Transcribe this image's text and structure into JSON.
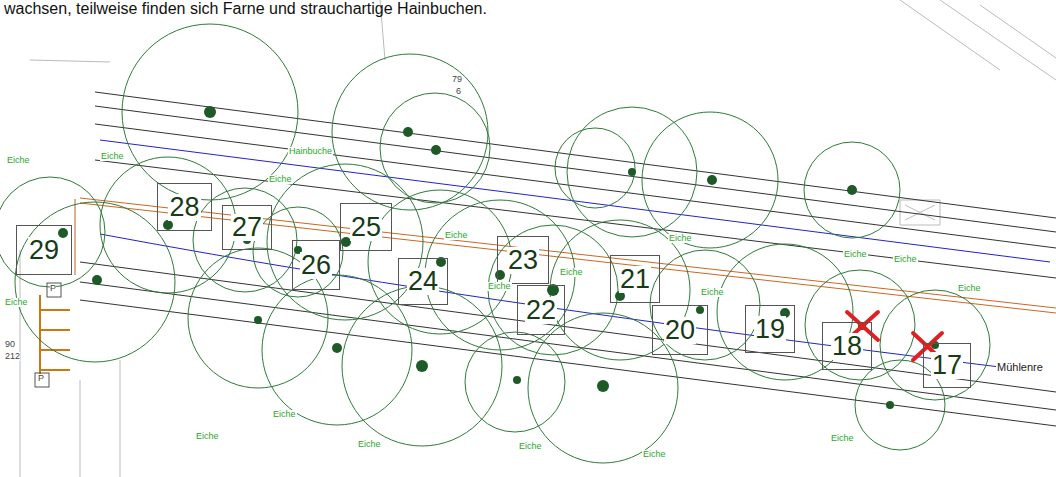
{
  "diagram": {
    "nodes": [
      {
        "text": [
          "29"
        ]
      },
      {
        "text": [
          "28"
        ]
      },
      {
        "text": [
          "27"
        ]
      },
      {
        "text": [
          "26"
        ]
      },
      {
        "text": [
          "25"
        ]
      },
      {
        "text": [
          "24"
        ]
      },
      {
        "text": [
          "23"
        ]
      },
      {
        "text": [
          "22"
        ]
      },
      {
        "text": [
          "21"
        ]
      },
      {
        "text": [
          "20"
        ]
      },
      {
        "text": [
          "19"
        ]
      },
      {
        "text": [
          "18"
        ]
      },
      {
        "text": [
          "17"
        ]
      }
    ],
    "labels": [
      "wachsen, teilweise finden sich Farne und strauchartige Hainbuchen.",
      "Eiche",
      "Eiche",
      "Hainbuche",
      "Eiche",
      "Eiche",
      "Eiche",
      "Eiche",
      "Eiche",
      "Eiche",
      "Eiche",
      "Eiche",
      "Eiche",
      "Eiche",
      "Eiche",
      "Eiche",
      "Eiche",
      "Eiche",
      "Eiche",
      "Eiche",
      "Mühlenre",
      "P",
      "P",
      "90",
      "212",
      "79",
      "6"
    ]
  }
}
